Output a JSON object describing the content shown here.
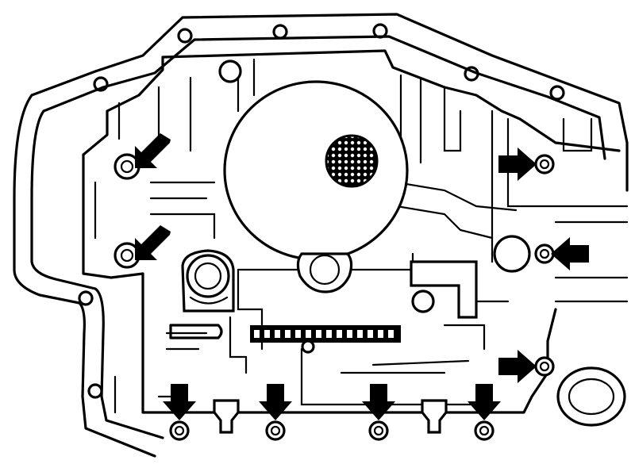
{
  "colors": {
    "ink": "#000000",
    "paper": "#ffffff"
  },
  "illustration": "transmission-valve-body-bolt-locations",
  "arrows": [
    {
      "id": "upper-left",
      "direction": "down-left"
    },
    {
      "id": "middle-left",
      "direction": "down-left"
    },
    {
      "id": "upper-right",
      "direction": "right"
    },
    {
      "id": "middle-right",
      "direction": "left"
    },
    {
      "id": "lower-right",
      "direction": "right"
    },
    {
      "id": "bottom-1",
      "direction": "down"
    },
    {
      "id": "bottom-2",
      "direction": "down"
    },
    {
      "id": "bottom-3",
      "direction": "down"
    },
    {
      "id": "bottom-4",
      "direction": "down"
    }
  ]
}
